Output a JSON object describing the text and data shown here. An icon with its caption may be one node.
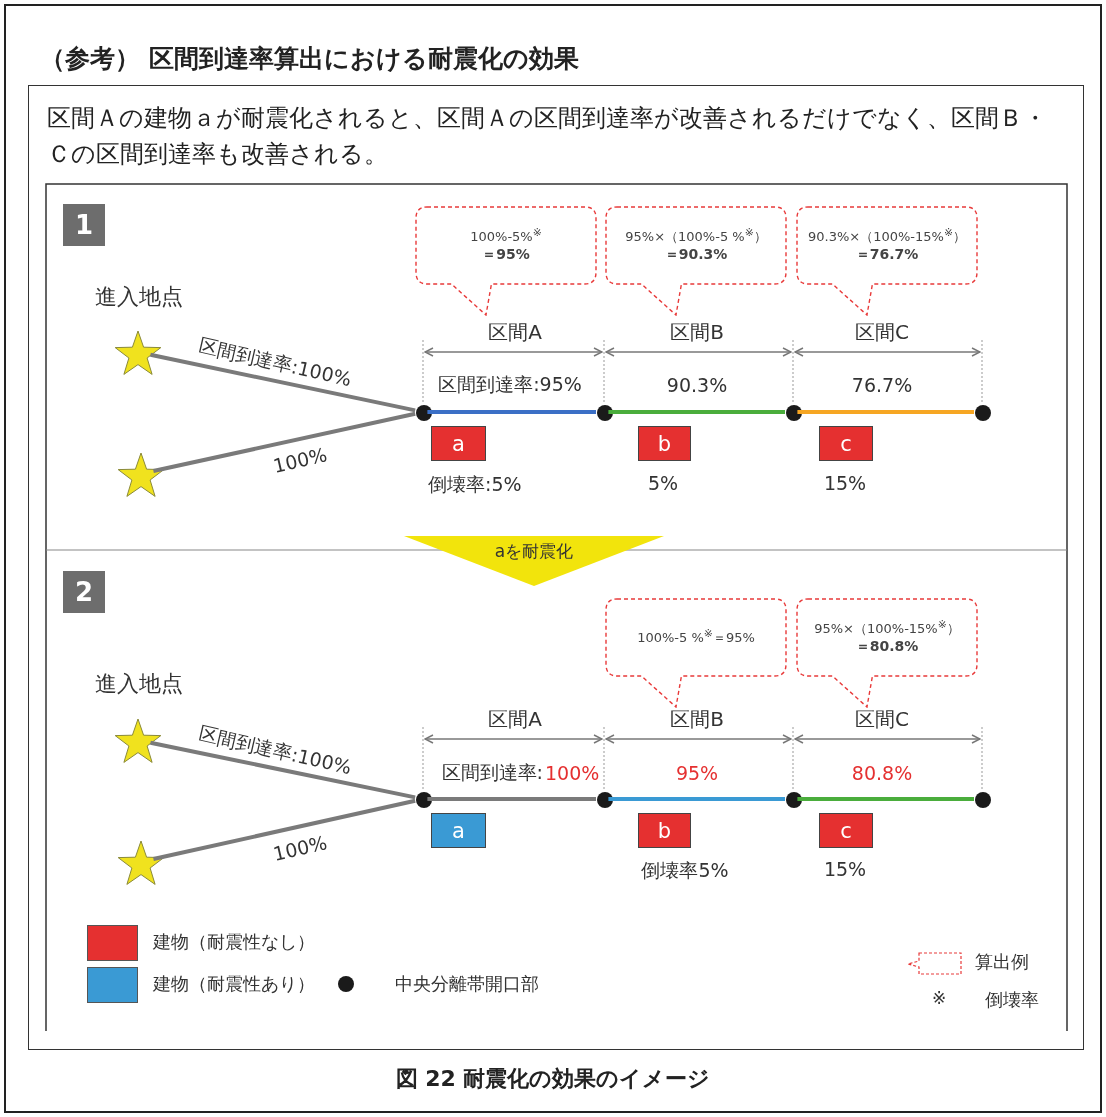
{
  "diagram": {
    "title": "（参考） 区間到達率算出における耐震化の効果",
    "caption": "図 22 耐震化の効果のイメージ",
    "nodes": [
      {
        "text": [
          "区間Ａの建物ａが耐震化されると、区間Ａの区間到達率が改善されるだけでなく、区間Ｂ・Ｃの区間到達率も改善される。"
        ]
      },
      {
        "text": [
          "1"
        ],
        "in": 0
      },
      {
        "text": [
          "100%-5%$^{※}$",
          "＝95%"
        ],
        "in": 0
      },
      {
        "text": [
          "95%×（100%-5 %$^{※}$）",
          "＝90.3%"
        ],
        "in": 0
      },
      {
        "text": [
          "90.3%×（100%-15%$^{※}$）",
          "＝76.7%"
        ],
        "in": 0
      },
      {
        "text": [],
        "shape": "star",
        "in": 0
      },
      {
        "text": [],
        "shape": "star",
        "in": 0
      },
      {
        "text": [],
        "shape": "circle",
        "in": 0
      },
      {
        "text": [],
        "shape": "circle",
        "in": 0
      },
      {
        "text": [],
        "shape": "circle",
        "in": 0
      },
      {
        "text": [],
        "shape": "circle",
        "in": 0
      },
      {
        "text": [
          "a"
        ],
        "beside": [
          "倒壊率:5%"
        ],
        "in": 0
      },
      {
        "text": [
          "b"
        ],
        "beside": [
          "5%"
        ],
        "in": 0
      },
      {
        "text": [
          "c"
        ],
        "beside": [
          "15%"
        ],
        "in": 0
      },
      {
        "text": [
          "aを耐震化"
        ],
        "in": 0
      },
      {
        "text": [
          "2"
        ],
        "in": 0
      },
      {
        "text": [
          "100%-5 %$^{※}$＝95%"
        ],
        "in": 0
      },
      {
        "text": [
          "95%×（100%-15%$^{※}$）",
          "＝80.8%"
        ],
        "in": 0
      },
      {
        "text": [],
        "shape": "star",
        "in": 0
      },
      {
        "text": [],
        "shape": "star",
        "in": 0
      },
      {
        "text": [],
        "shape": "circle",
        "in": 0
      },
      {
        "text": [],
        "shape": "circle",
        "in": 0
      },
      {
        "text": [],
        "shape": "circle",
        "in": 0
      },
      {
        "text": [],
        "shape": "circle",
        "in": 0
      },
      {
        "text": [
          "a"
        ],
        "in": 0
      },
      {
        "text": [
          "b"
        ],
        "beside": [
          "倒壊率5%"
        ],
        "in": 0
      },
      {
        "text": [
          "c"
        ],
        "beside": [
          "15%"
        ],
        "in": 0
      }
    ],
    "edges": [
      {
        "from": 5,
        "to": 7,
        "arrow": "none",
        "label": "区間到達率:100%"
      },
      {
        "from": 6,
        "to": 7,
        "arrow": "none",
        "label": "100%"
      },
      {
        "from": 7,
        "to": 8,
        "arrow": "none",
        "label": "区間到達率:95%",
        "color": "#3b6fc6"
      },
      {
        "from": 8,
        "to": 9,
        "arrow": "none",
        "label": "90.3%",
        "color": "#4aad3c"
      },
      {
        "from": 9,
        "to": 10,
        "arrow": "none",
        "label": "76.7%",
        "color": "#f6a623"
      },
      {
        "from": 18,
        "to": 20,
        "arrow": "none",
        "label": "区間到達率:100%"
      },
      {
        "from": 19,
        "to": 20,
        "arrow": "none",
        "label": "100%"
      },
      {
        "from": 20,
        "to": 21,
        "arrow": "none",
        "label": "100%"
      },
      {
        "from": 21,
        "to": 22,
        "arrow": "none",
        "label": "95%",
        "color": "#3a9ad4"
      },
      {
        "from": 22,
        "to": 23,
        "arrow": "none",
        "label": "80.8%",
        "color": "#4aad3c"
      }
    ],
    "labels": [
      "進入地点",
      "区間A",
      "区間B",
      "区間C",
      "進入地点",
      "区間A",
      "区間B",
      "区間C",
      "区間到達率:",
      "※",
      "倒壊率"
    ],
    "legend": [
      {
        "text": "建物（耐震性なし）",
        "color": "#e53030"
      },
      {
        "text": "建物（耐震性あり）",
        "color": "#3a9ad4"
      },
      {
        "text": "中央分離帯開口部"
      },
      {
        "text": "算出例"
      }
    ]
  }
}
